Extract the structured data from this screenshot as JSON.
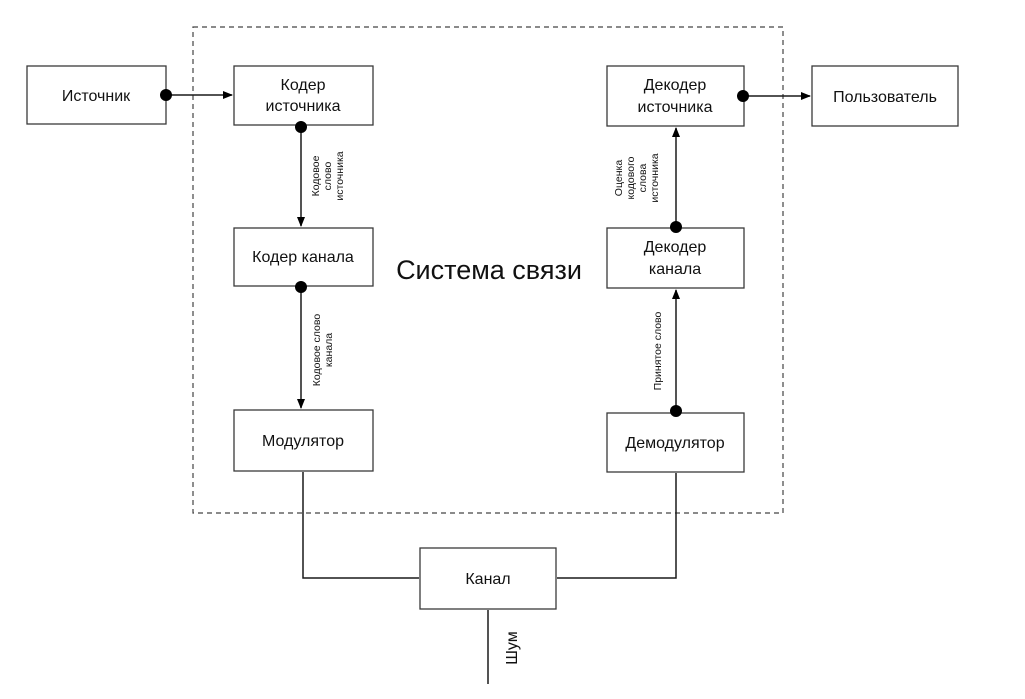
{
  "system_label": "Система связи",
  "blocks": {
    "source": "Источник",
    "source_encoder": [
      "Кодер",
      "источника"
    ],
    "channel_encoder": "Кодер канала",
    "modulator": "Модулятор",
    "channel": "Канал",
    "demodulator": "Демодулятор",
    "channel_decoder": [
      "Декодер",
      "канала"
    ],
    "source_decoder": [
      "Декодер",
      "источника"
    ],
    "user": "Пользователь"
  },
  "edge_labels": {
    "source_codeword": [
      "Кодовое",
      "слово",
      "источника"
    ],
    "channel_codeword": [
      "Кодовое слово",
      "канала"
    ],
    "received_word": "Принятое слово",
    "source_word_estimate": [
      "Оценка",
      "кодового",
      "слова",
      "источника"
    ],
    "noise": "Шум"
  }
}
